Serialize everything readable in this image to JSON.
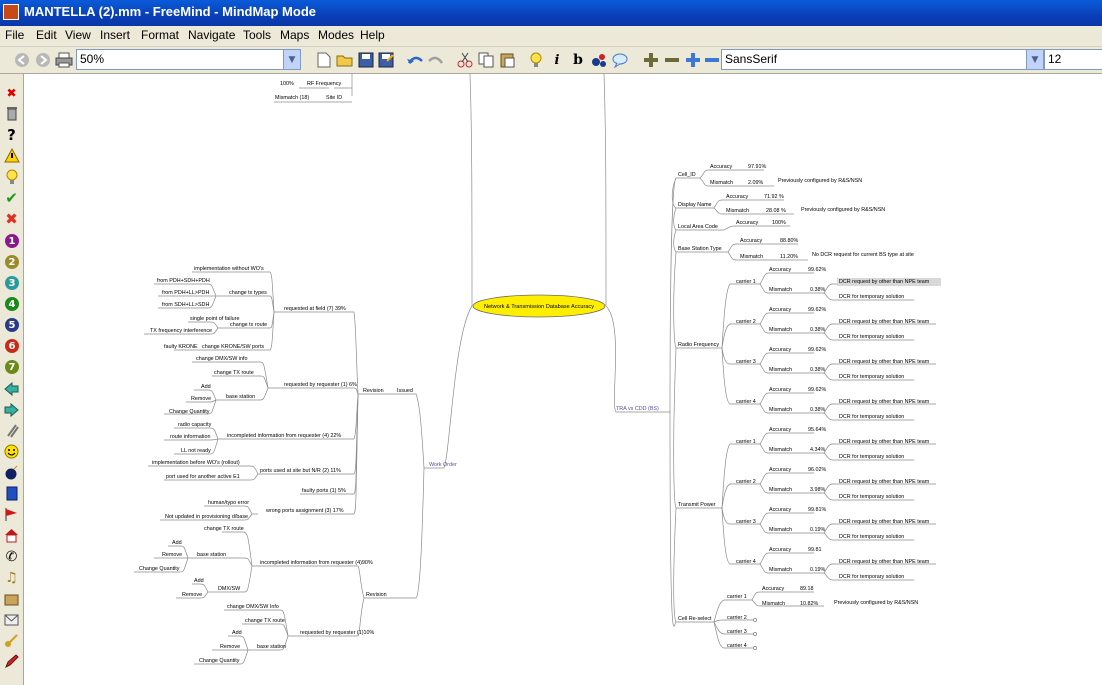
{
  "window": {
    "title": "MANTELLA (2).mm - FreeMind - MindMap Mode"
  },
  "menu": [
    "File",
    "Edit",
    "View",
    "Insert",
    "Format",
    "Navigate",
    "Tools",
    "Maps",
    "Modes",
    "Help"
  ],
  "toolbar": {
    "zoom": "50%",
    "font": "SansSerif",
    "font_size": "12",
    "italic": "i",
    "bold": "b"
  },
  "colors": {
    "title_bar": "#0a4ac8",
    "toolbar_bg": "#ece9d8",
    "root_node": "#ffee00",
    "edge": "#8b8b8b",
    "branch_text": "#5a4e9e",
    "highlight": "#d8d8d8"
  },
  "icons": [
    "close-icon",
    "trash-icon",
    "question-icon",
    "warning-icon",
    "idea-icon",
    "ok-icon",
    "cancel-icon",
    "priority-1-icon",
    "priority-2-icon",
    "priority-3-icon",
    "priority-4-icon",
    "priority-5-icon",
    "priority-6-icon",
    "priority-7-icon",
    "back-icon",
    "forward-icon",
    "attach-icon",
    "smiley-icon",
    "bomb-icon",
    "book-icon",
    "flag-icon",
    "home-icon",
    "phone-icon",
    "music-icon",
    "package-icon",
    "mail-icon",
    "key-icon",
    "pencil-icon"
  ],
  "mindmap": {
    "root": "Network & Transmission Database Accuracy",
    "top_fragment": {
      "n1": "100%",
      "n2": "RF Frequency",
      "n3": "Mismatch (18)",
      "n4": "Site ID"
    },
    "right": {
      "branch": "TRA vs CDD (BS)",
      "cell_id": {
        "label": "Cell_ID",
        "acc": "Accuracy",
        "acc_v": "97.91%",
        "mis": "Mismatch",
        "mis_v": "2.09%",
        "note": "Previously configured by R&S/NSN"
      },
      "display_name": {
        "label": "Display Name",
        "acc": "Accuracy",
        "acc_v": "71.92 %",
        "mis": "Mismatch",
        "mis_v": "28.08 %",
        "note": "Previously configured by R&S/NSN"
      },
      "lac": {
        "label": "Local Area Code",
        "acc": "Accuracy",
        "acc_v": "100%"
      },
      "bs_type": {
        "label": "Base Station Type",
        "acc": "Accuracy",
        "acc_v": "88.80%",
        "mis": "Mismatch",
        "mis_v": "11.20%",
        "note": "No DCR request for current BS type at site"
      },
      "rf": {
        "label": "Radio Frequency",
        "carriers": [
          {
            "name": "carrier 1",
            "acc": "Accuracy",
            "acc_v": "99.62%",
            "mis": "Mismatch",
            "mis_v": "0.38%",
            "r1": "DCR request by other than NPE team",
            "r2": "DCR for temporary solution"
          },
          {
            "name": "carrier 2",
            "acc": "Accuracy",
            "acc_v": "99.62%",
            "mis": "Mismatch",
            "mis_v": "0.38%",
            "r1": "DCR request by other than NPE team",
            "r2": "DCR for temporary solution"
          },
          {
            "name": "carrier 3",
            "acc": "Accuracy",
            "acc_v": "99.62%",
            "mis": "Mismatch",
            "mis_v": "0.38%",
            "r1": "DCR request by other than NPE team",
            "r2": "DCR for temporary solution"
          },
          {
            "name": "carrier 4",
            "acc": "Accuracy",
            "acc_v": "99.62%",
            "mis": "Mismatch",
            "mis_v": "0.38%",
            "r1": "DCR request by other than NPE team",
            "r2": "DCR for temporary solution"
          }
        ]
      },
      "tp": {
        "label": "Transmit Power",
        "carriers": [
          {
            "name": "carrier 1",
            "acc": "Accuracy",
            "acc_v": "95.64%",
            "mis": "Mismatch",
            "mis_v": "4.34%",
            "r1": "DCR request by other than NPE team",
            "r2": "DCR for temporary solution"
          },
          {
            "name": "carrier 2",
            "acc": "Accuracy",
            "acc_v": "96.02%",
            "mis": "Mismatch",
            "mis_v": "3.98%",
            "r1": "DCR request by other than NPE team",
            "r2": "DCR for temporary solution"
          },
          {
            "name": "carrier 3",
            "acc": "Accuracy",
            "acc_v": "99.81%",
            "mis": "Mismatch",
            "mis_v": "0.19%",
            "r1": "DCR request by other than NPE team",
            "r2": "DCR for temporary solution"
          },
          {
            "name": "carrier 4",
            "acc": "Accuracy",
            "acc_v": "99.81",
            "mis": "Mismatch",
            "mis_v": "0.19%",
            "r1": "DCR request by other than NPE team",
            "r2": "DCR for temporary solution"
          }
        ]
      },
      "reselect": {
        "label": "Cell Re-select",
        "c1": "carrier 1",
        "acc": "Accuracy",
        "acc_v": "89.18",
        "mis": "Mismatch",
        "mis_v": "10.82%",
        "note": "Previously configured by R&S/NSN",
        "c2": "carrier 2",
        "c3": "carrier 3",
        "c4": "carrier 4"
      }
    },
    "left": {
      "work_order": "Work Order",
      "revision": "Revision",
      "issued": "Issued",
      "field": {
        "label": "requested at field (7) 39%",
        "impl": "implementation without WO's",
        "types": "change tx types",
        "t1": "from PDH+SDH+PDH",
        "t2": "from PDH+LL>PDH",
        "t3": "from SDH+LL>SDH",
        "route": "change tx route",
        "r1": "single point of failure",
        "r2": "TX frequency interference",
        "krone": "change KRONE/SW ports",
        "faulty": "faulty KRONE"
      },
      "req1": {
        "label": "requested by requester (1) 6%",
        "dmx": "change DMX/SW info",
        "route": "change TX route",
        "bs": "base station",
        "add": "Add",
        "remove": "Remove",
        "qty": "Change Quantity"
      },
      "incomplete": {
        "label": "incompleted information from requester (4) 22%",
        "r1": "radio capacity",
        "r2": "route information",
        "r3": "LL not ready"
      },
      "ports": {
        "label": "ports used at site but N/R (2) 11%",
        "p1": "implementation before WO's (rollout)",
        "p2": "port used for another active E1"
      },
      "faulty": "faulty ports (1) 5%",
      "wrong": {
        "label": "wrong ports assignment (3) 17%",
        "w1": "human/typo error",
        "w2": "Not updated in provisioning d/base"
      },
      "rev2": {
        "incomplete": "incompleted information from requester (4)90%",
        "route": "change TX route",
        "add": "Add",
        "remove": "Remove",
        "bs": "base station",
        "qty": "Change Quantity",
        "dmx": "DMX/SW",
        "add2": "Add",
        "remove2": "Remove"
      },
      "rev3": {
        "label": "requested by requester (1)10%",
        "dmx": "change DMX/SW Info",
        "route": "change TX route",
        "add": "Add",
        "remove": "Remove",
        "bs": "base station",
        "qty": "Change Quantity"
      }
    }
  }
}
